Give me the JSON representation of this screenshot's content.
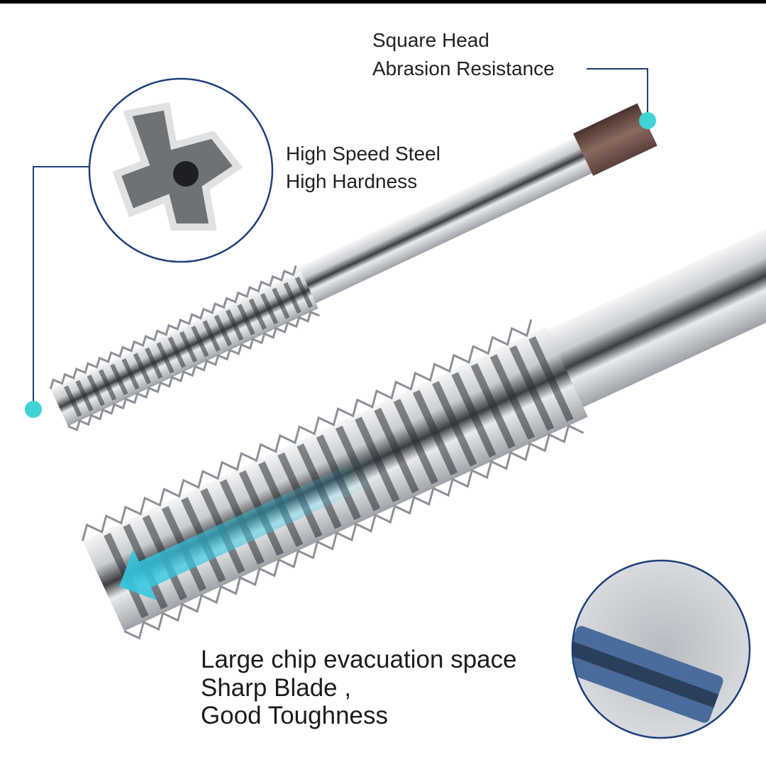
{
  "callouts": {
    "square_head": {
      "line1": "Square Head",
      "line2": "Abrasion Resistance"
    },
    "steel": {
      "line1": "High Speed Steel",
      "line2": "High Hardness"
    },
    "blade": {
      "line1": "Large chip evacuation space",
      "line2": "Sharp Blade ,",
      "line3": "Good Toughness"
    }
  },
  "colors": {
    "callout_line": "#1d3f7c",
    "dot": "#3fd3d6",
    "steel_light": "#e9ecef",
    "steel_dark": "#2a2d33",
    "head": "#6b4e46",
    "arrow": "#34c6e0"
  }
}
